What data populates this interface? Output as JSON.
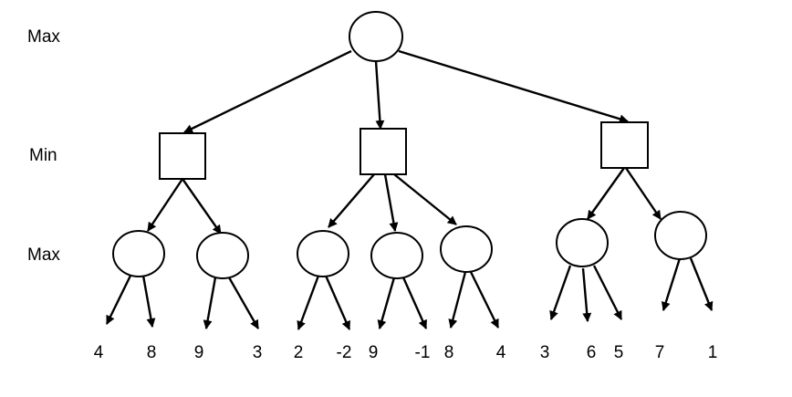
{
  "levels": [
    "Max",
    "Min",
    "Max"
  ],
  "leaves": [
    "4",
    "8",
    "9",
    "3",
    "2",
    "-2",
    "9",
    "-1",
    "8",
    "4",
    "3",
    "6",
    "5",
    "7",
    "1"
  ]
}
